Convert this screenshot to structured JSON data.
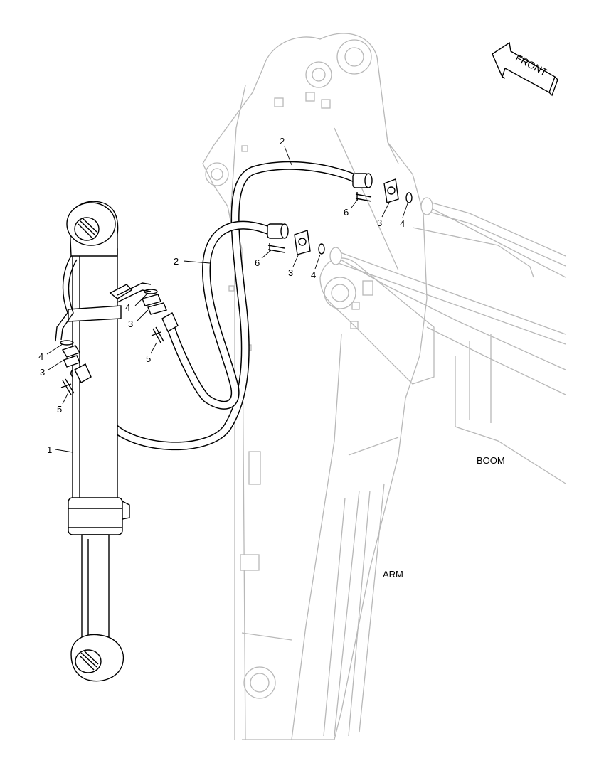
{
  "labels": {
    "front": "FRONT",
    "boom": "BOOM",
    "arm": "ARM"
  },
  "callouts": {
    "cylinder": "1",
    "hose_upper": "2",
    "hose_lower": "2",
    "flange_upper": "3",
    "flange_lower": "3",
    "flange_cyl_a": "3",
    "flange_cyl_b": "3",
    "oring_upper": "4",
    "oring_lower": "4",
    "oring_cyl_a": "4",
    "oring_cyl_b": "4",
    "bolt_cyl_a": "5",
    "bolt_cyl_b": "5",
    "bolt_upper": "6",
    "bolt_lower": "6"
  }
}
